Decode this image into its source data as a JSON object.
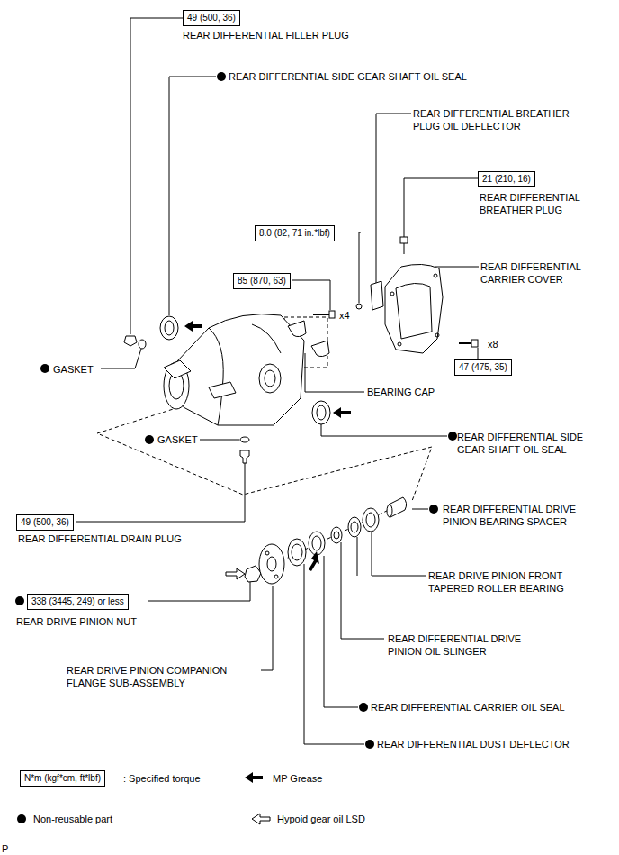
{
  "diagram": {
    "nodes": [
      {
        "text": [
          "49 (500, 36)"
        ]
      },
      {
        "text": [
          "8.0 (82, 71 in.*lbf)"
        ]
      },
      {
        "text": [
          "85 (870, 63)"
        ]
      },
      {
        "text": [
          "21 (210, 16)"
        ]
      },
      {
        "text": [
          "47 (475, 35)"
        ]
      },
      {
        "text": [
          "49 (500, 36)"
        ]
      },
      {
        "text": [
          "338 (3445, 249) or less"
        ]
      },
      {
        "text": [
          "N*m (kgf*cm, ft*lbf)"
        ]
      }
    ],
    "labels": [
      "REAR DIFFERENTIAL FILLER PLUG",
      "REAR DIFFERENTIAL SIDE GEAR SHAFT OIL SEAL",
      "REAR DIFFERENTIAL BREATHER PLUG OIL DEFLECTOR",
      "REAR DIFFERENTIAL BREATHER PLUG",
      "REAR DIFFERENTIAL CARRIER COVER",
      "x4",
      "x8",
      "GASKET",
      "BEARING CAP",
      "REAR DIFFERENTIAL SIDE GEAR SHAFT OIL SEAL",
      "GASKET",
      "REAR DIFFERENTIAL DRAIN PLUG",
      "REAR DIFFERENTIAL DRIVE PINION BEARING SPACER",
      "REAR DRIVE PINION FRONT TAPERED ROLLER BEARING",
      "REAR DRIVE PINION NUT",
      "REAR DIFFERENTIAL DRIVE PINION OIL SLINGER",
      "REAR DRIVE PINION COMPANION FLANGE SUB-ASSEMBLY",
      "REAR DIFFERENTIAL CARRIER OIL SEAL",
      "REAR DIFFERENTIAL DUST DEFLECTOR",
      "P"
    ],
    "legend": [
      {
        "text": ": Specified torque"
      },
      {
        "text": "MP Grease"
      },
      {
        "text": "Non-reusable part"
      },
      {
        "text": "Hypoid gear oil LSD"
      }
    ]
  }
}
